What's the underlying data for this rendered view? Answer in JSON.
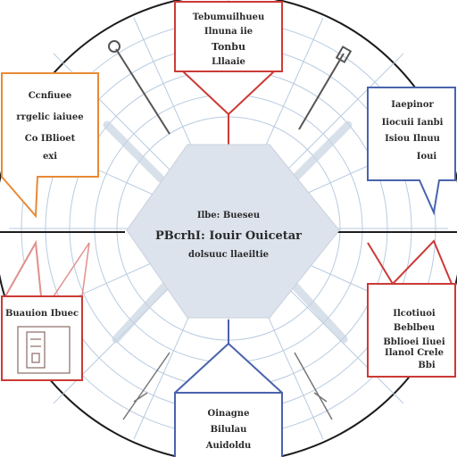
{
  "center": {
    "line1": "Ilbe: Bueseu",
    "line2": "PBcrhI: Iouir Ouicetar",
    "line3": "dolsuuc llaeiltie"
  },
  "boxes": {
    "top": {
      "line1": "Tebumuilhueu",
      "line2": "Ilnuna iie",
      "line3": "Tonbu",
      "line4": "Lllaaie"
    },
    "left_upper": {
      "line1": "Ccnfiuee",
      "line2": "rrgelic iaiuee",
      "line3": "Co IBlioet",
      "line4": "exi"
    },
    "right_upper": {
      "line1": "Iaepinor",
      "line2": "Iiocuii Ianbi",
      "line3": "Isiou Ilnuu",
      "line4": "Ioui"
    },
    "left_lower": {
      "line1": "Buauion Ibuec"
    },
    "right_lower": {
      "line1": "Ilcotiuoi",
      "line2": "Beblbeu",
      "line3": "Bblioei Iiuei",
      "line4": "Ilanol Crele",
      "line5": "Bbi"
    },
    "bottom": {
      "line1": "Oinagne",
      "line2": "Bilulau",
      "line3": "Auidoldu"
    }
  },
  "colors": {
    "red": "#cc3a36",
    "orange": "#e88a35",
    "blue": "#4a63ad",
    "light_red": "#e0908c",
    "hexagon": "#dde3ec",
    "guide_lines": "#b8cbe0",
    "outer_ring": "#1c1c1c"
  },
  "icons": [
    "wrench-icon",
    "screwdriver-icon",
    "tool-icon",
    "cabinet-icon"
  ]
}
